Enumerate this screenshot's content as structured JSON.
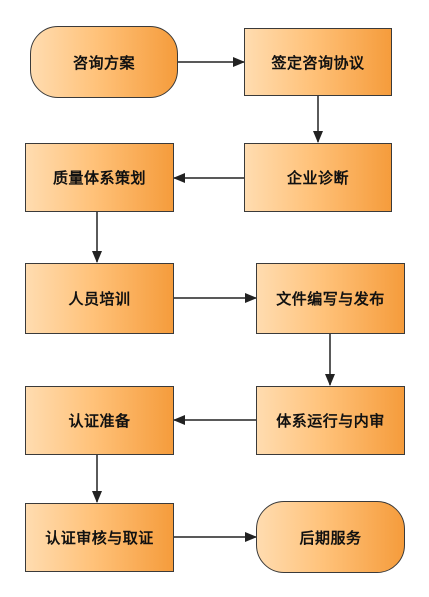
{
  "nodes": {
    "consult_plan": "咨询方案",
    "sign_agreement": "签定咨询协议",
    "diagnosis": "企业诊断",
    "quality_planning": "质量体系策划",
    "training": "人员培训",
    "document_drafting": "文件编写与发布",
    "system_operation": "体系运行与内审",
    "cert_prep": "认证准备",
    "cert_review": "认证审核与取证",
    "after_service": "后期服务"
  }
}
